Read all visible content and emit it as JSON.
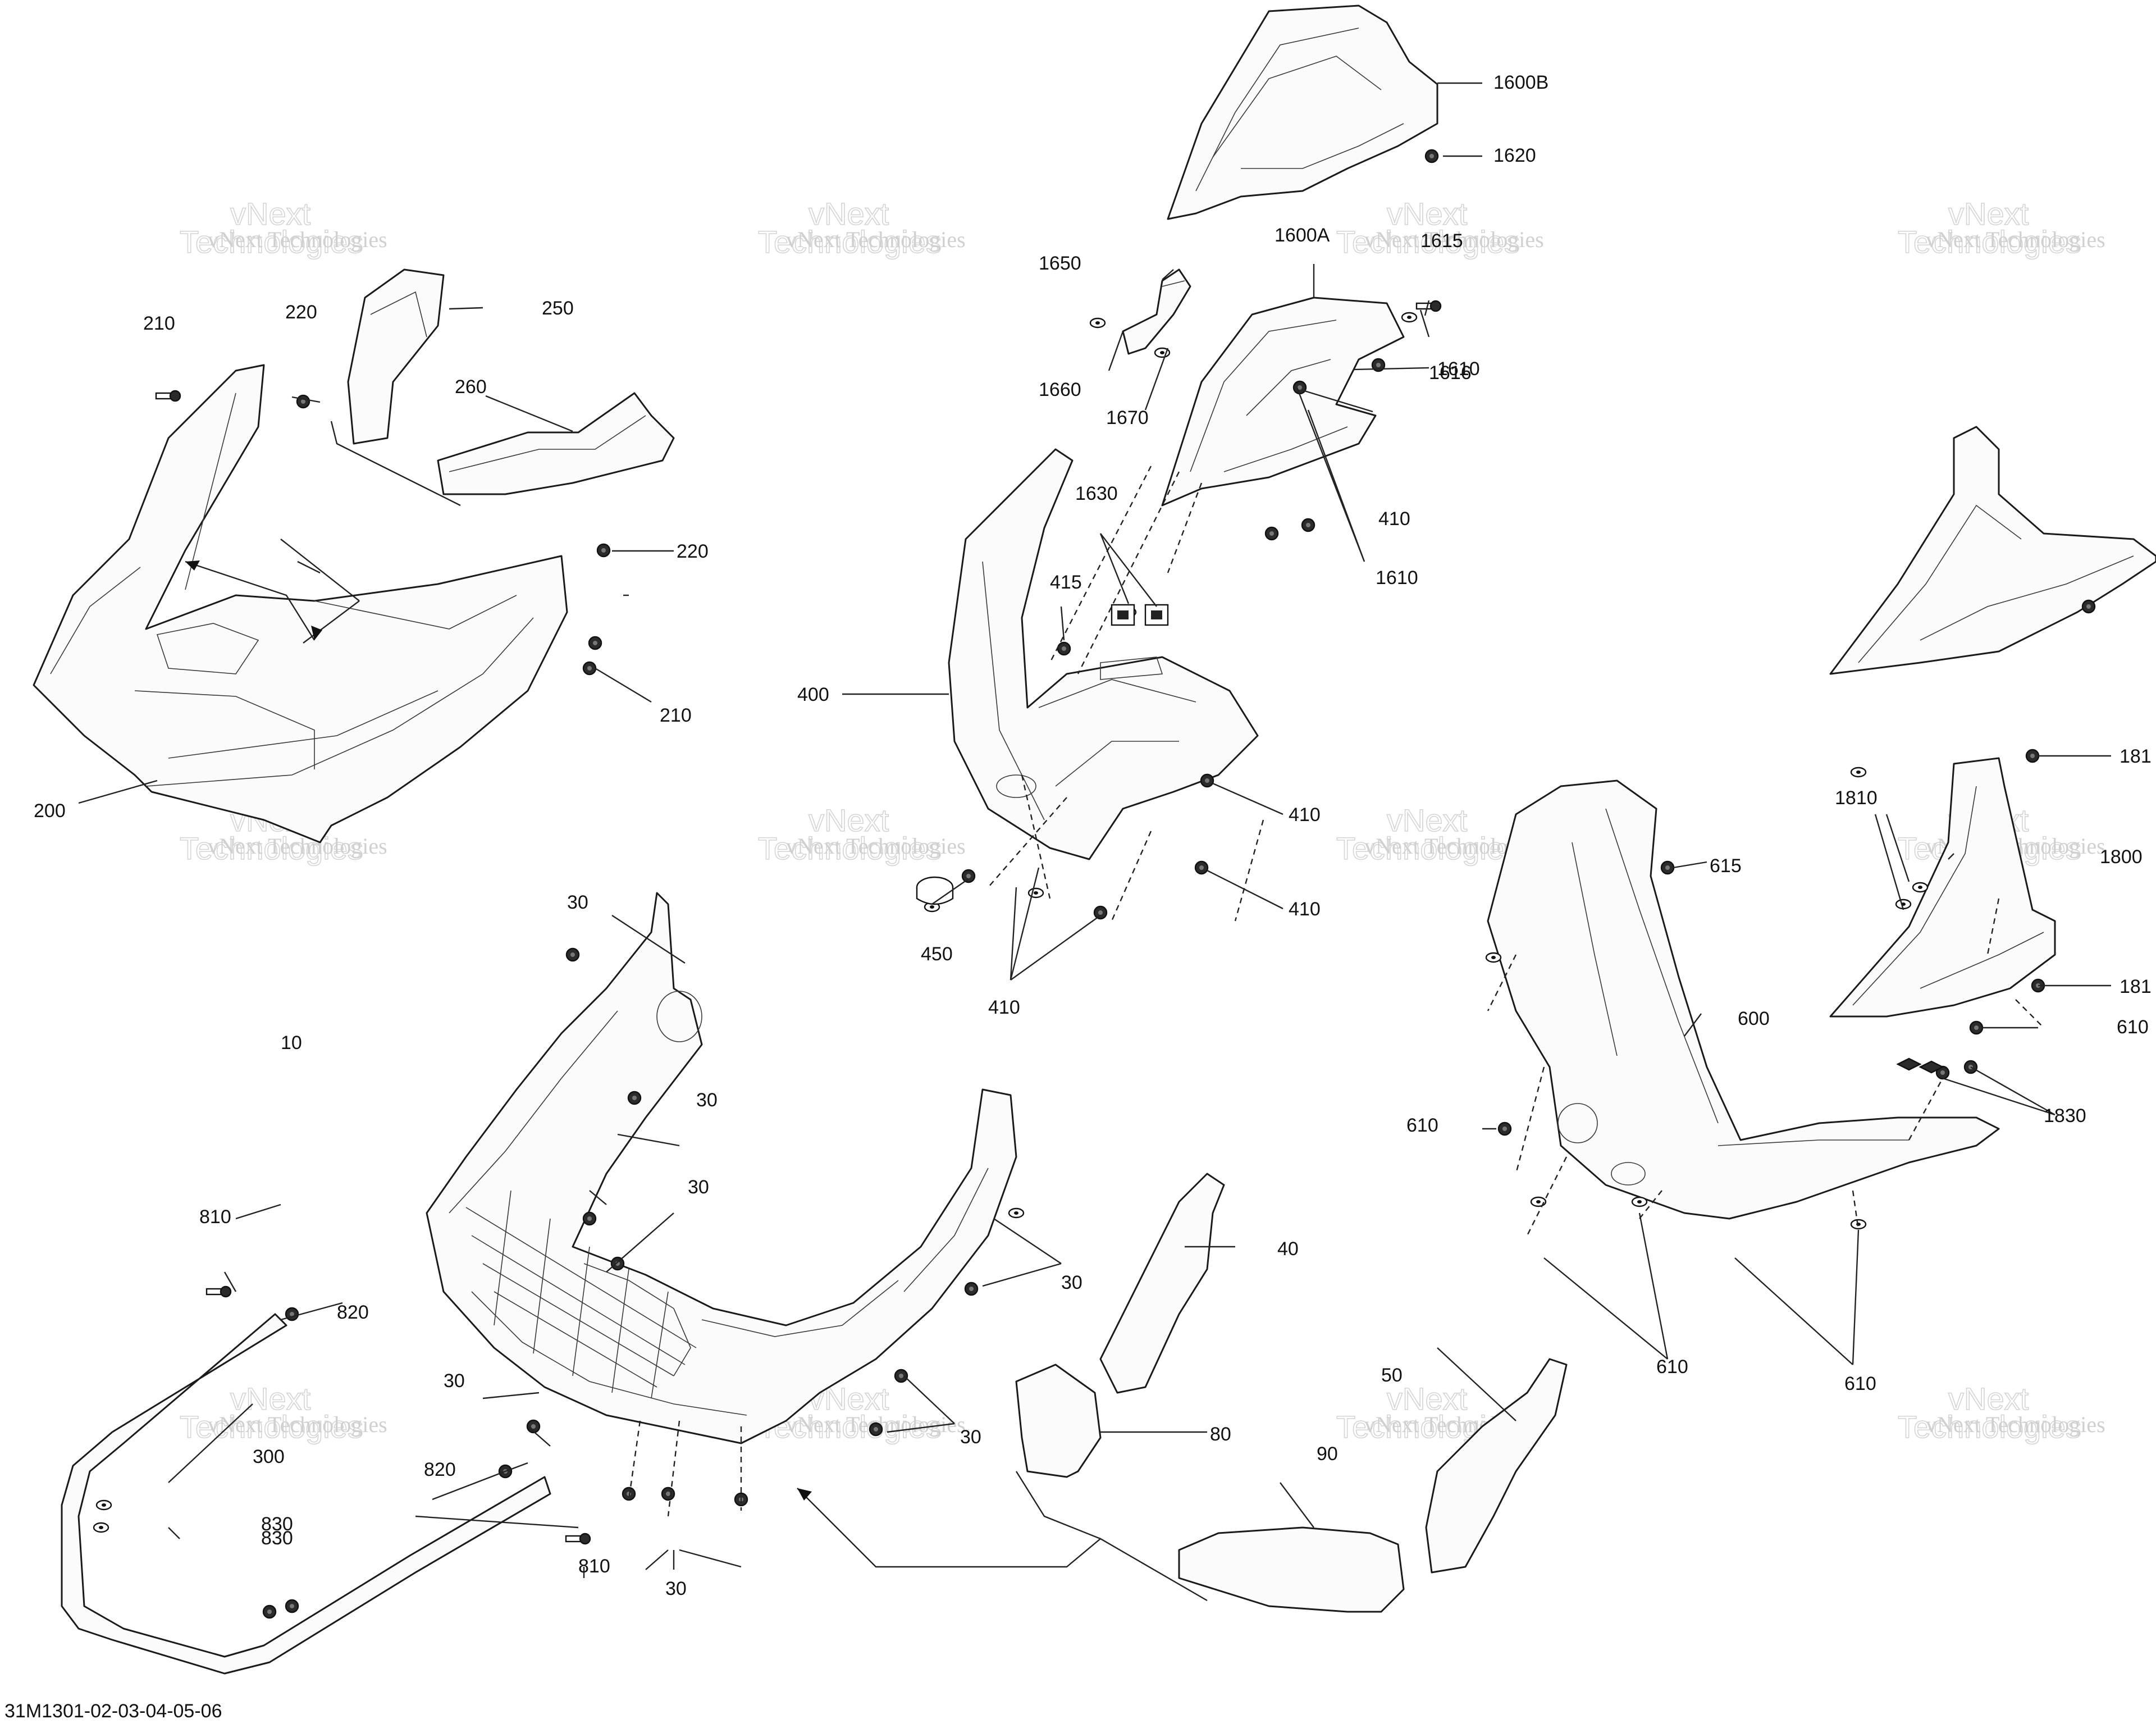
{
  "diagram": {
    "reference_code": "31M1301-02-03-04-05-06",
    "watermark": {
      "line1": "vNext",
      "line2": "Technologies",
      "line3": "vNext Technologies"
    },
    "labels": [
      {
        "id": "l-10",
        "text": "10"
      },
      {
        "id": "l-30a",
        "text": "30"
      },
      {
        "id": "l-30b",
        "text": "30"
      },
      {
        "id": "l-30c",
        "text": "30"
      },
      {
        "id": "l-30d",
        "text": "30"
      },
      {
        "id": "l-30e",
        "text": "30"
      },
      {
        "id": "l-30f",
        "text": "30"
      },
      {
        "id": "l-30g",
        "text": "30"
      },
      {
        "id": "l-40",
        "text": "40"
      },
      {
        "id": "l-50",
        "text": "50"
      },
      {
        "id": "l-80",
        "text": "80"
      },
      {
        "id": "l-90",
        "text": "90"
      },
      {
        "id": "l-200",
        "text": "200"
      },
      {
        "id": "l-210a",
        "text": "210"
      },
      {
        "id": "l-210b",
        "text": "210"
      },
      {
        "id": "l-220a",
        "text": "220"
      },
      {
        "id": "l-220b",
        "text": "220"
      },
      {
        "id": "l-250",
        "text": "250"
      },
      {
        "id": "l-260",
        "text": "260"
      },
      {
        "id": "l-300",
        "text": "300"
      },
      {
        "id": "l-400",
        "text": "400"
      },
      {
        "id": "l-410a",
        "text": "410"
      },
      {
        "id": "l-410b",
        "text": "410"
      },
      {
        "id": "l-410c",
        "text": "410"
      },
      {
        "id": "l-410d",
        "text": "410"
      },
      {
        "id": "l-415",
        "text": "415"
      },
      {
        "id": "l-450",
        "text": "450"
      },
      {
        "id": "l-600",
        "text": "600"
      },
      {
        "id": "l-610a",
        "text": "610"
      },
      {
        "id": "l-610b",
        "text": "610"
      },
      {
        "id": "l-610c",
        "text": "610"
      },
      {
        "id": "l-610d",
        "text": "610"
      },
      {
        "id": "l-615",
        "text": "615"
      },
      {
        "id": "l-810a",
        "text": "810"
      },
      {
        "id": "l-810b",
        "text": "810"
      },
      {
        "id": "l-820a",
        "text": "820"
      },
      {
        "id": "l-820b",
        "text": "820"
      },
      {
        "id": "l-830a",
        "text": "830"
      },
      {
        "id": "l-830b",
        "text": "830"
      },
      {
        "id": "l-1600A",
        "text": "1600A"
      },
      {
        "id": "l-1600B",
        "text": "1600B"
      },
      {
        "id": "l-1610a",
        "text": "1610"
      },
      {
        "id": "l-1610b",
        "text": "1610"
      },
      {
        "id": "l-1615",
        "text": "1615"
      },
      {
        "id": "l-1616",
        "text": "1616"
      },
      {
        "id": "l-1620",
        "text": "1620"
      },
      {
        "id": "l-1630",
        "text": "1630"
      },
      {
        "id": "l-1650",
        "text": "1650"
      },
      {
        "id": "l-1660",
        "text": "1660"
      },
      {
        "id": "l-1670",
        "text": "1670"
      },
      {
        "id": "l-1800",
        "text": "1800"
      },
      {
        "id": "l-1810a",
        "text": "181"
      },
      {
        "id": "l-1810b",
        "text": "1810"
      },
      {
        "id": "l-1810c",
        "text": "181"
      },
      {
        "id": "l-1830",
        "text": "1830"
      }
    ]
  }
}
